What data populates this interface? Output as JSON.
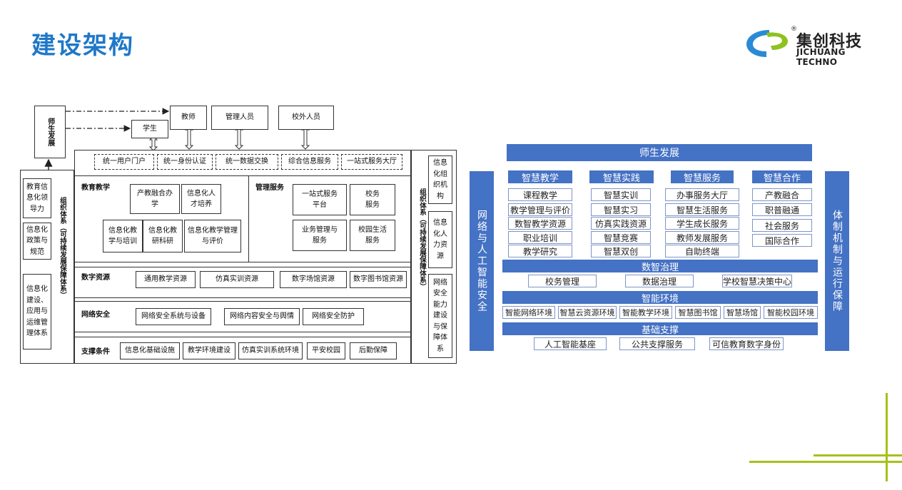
{
  "page": {
    "title": "建设架构"
  },
  "logo": {
    "cn": "集创科技",
    "en": "JICHUANG TECHNO",
    "mark": "®"
  },
  "left": {
    "top_left": "师生发展",
    "actors": {
      "teacher": "教师",
      "student": "学生",
      "manager": "管理人员",
      "outsider": "校外人员"
    },
    "portals": [
      "统一用户门户",
      "统一身份认证",
      "统一数据交换",
      "综合信息服务",
      "一站式服务大厅"
    ],
    "left_col": {
      "items": [
        "教育信息化领导力",
        "信息化政策与规范",
        "信息化建设、应用与运维管理体系"
      ],
      "side": "组织体系（可持续发展保障体系）"
    },
    "right_col": {
      "items": [
        "信息化组织机构",
        "信息化人力资源",
        "网络安全能力建设与保障体系"
      ],
      "side": "组织体系（可持续发展保障体系）"
    },
    "edu": {
      "label": "教育教学",
      "items": [
        "产教融合办学",
        "信息化人才培养",
        "信息化教学与培训",
        "信息化教研科研",
        "信息化教学管理与评价"
      ]
    },
    "mgmt": {
      "label": "管理服务",
      "items": [
        "一站式服务平台",
        "校务服务",
        "业务管理与服务",
        "校园生活服务"
      ]
    },
    "digital": {
      "label": "数字资源",
      "items": [
        "通用教学资源",
        "仿真实训资源",
        "数字场馆资源",
        "数字图书馆资源"
      ]
    },
    "security": {
      "label": "网络安全",
      "items": [
        "网络安全系统与设备",
        "网络内容安全与舆情",
        "网络安全防护"
      ]
    },
    "support": {
      "label": "支撑条件",
      "items": [
        "信息化基础设施",
        "教学环境建设",
        "仿真实训系统环境",
        "平安校园",
        "后勤保障"
      ]
    }
  },
  "right": {
    "top": "师生发展",
    "left_bar": "网络与人工智能安全",
    "right_bar": "体制机制与运行保障",
    "columns": [
      {
        "title": "智慧教学",
        "items": [
          "课程教学",
          "教学管理与评价",
          "数智教学资源",
          "职业培训",
          "教学研究"
        ]
      },
      {
        "title": "智慧实践",
        "items": [
          "智慧实训",
          "智慧实习",
          "仿真实践资源",
          "智慧竞赛",
          "智慧双创"
        ]
      },
      {
        "title": "智慧服务",
        "items": [
          "办事服务大厅",
          "智慧生活服务",
          "学生成长服务",
          "教师发展服务",
          "自助终端"
        ]
      },
      {
        "title": "智慧合作",
        "items": [
          "产教融合",
          "职普融通",
          "社会服务",
          "国际合作"
        ]
      }
    ],
    "governance": {
      "title": "数智治理",
      "items": [
        "校务管理",
        "数据治理",
        "学校智慧决策中心"
      ]
    },
    "environment": {
      "title": "智能环境",
      "items": [
        "智能网络环境",
        "智慧云资源环境",
        "智能教学环境",
        "智慧图书馆",
        "智慧场馆",
        "智能校园环境"
      ]
    },
    "foundation": {
      "title": "基础支撑",
      "items": [
        "人工智能基座",
        "公共支撑服务",
        "可信教育数字身份"
      ]
    }
  }
}
